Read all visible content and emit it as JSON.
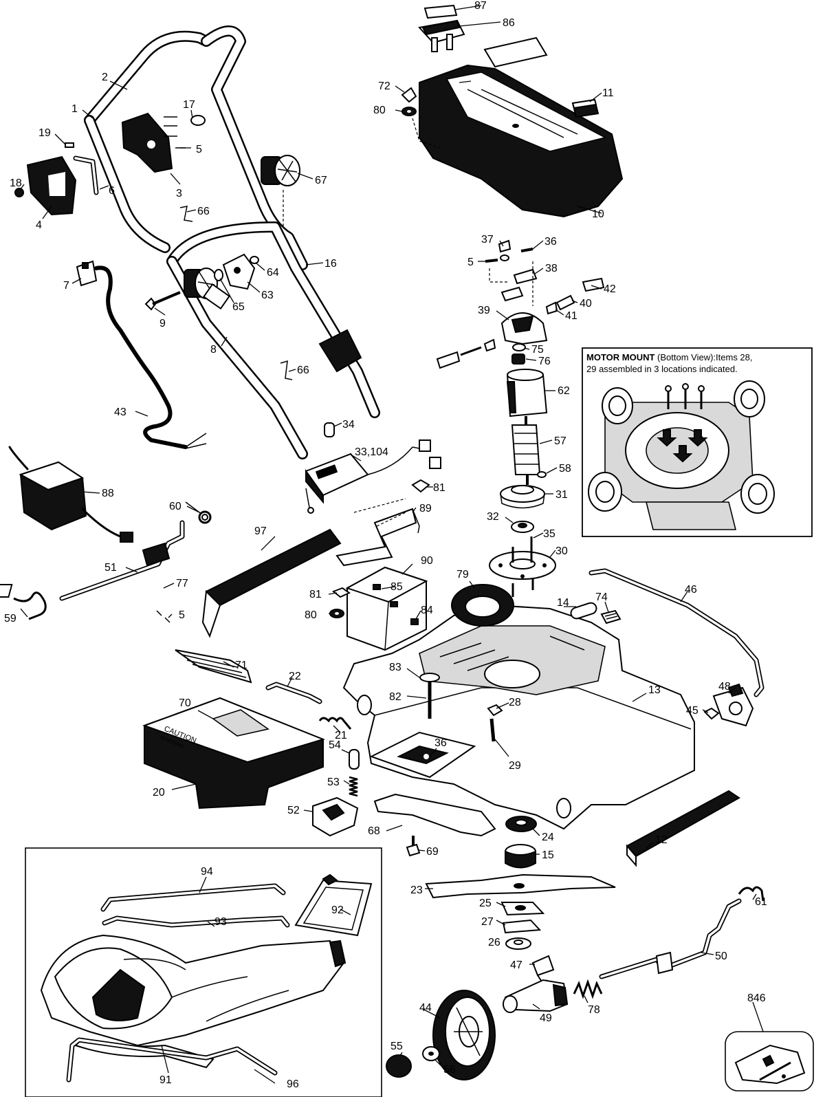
{
  "labels": {
    "p1": "1",
    "p2": "2",
    "p3": "3",
    "p4": "4",
    "p5a": "5",
    "p5b": "5",
    "p5c": "5",
    "p6": "6",
    "p7": "7",
    "p8": "8",
    "p9": "9",
    "p10": "10",
    "p11": "11",
    "p12": "12",
    "p13": "13",
    "p14": "14",
    "p15": "15",
    "p16": "16",
    "p17": "17",
    "p18": "18",
    "p19": "19",
    "p20": "20",
    "p21": "21",
    "p22": "22",
    "p23": "23",
    "p24": "24",
    "p25": "25",
    "p26": "26",
    "p27": "27",
    "p28": "28",
    "p29": "29",
    "p30": "30",
    "p31": "31",
    "p32": "32",
    "p33": "33,104",
    "p34": "34",
    "p35": "35",
    "p36a": "36",
    "p36b": "36",
    "p37": "37",
    "p38": "38",
    "p39": "39",
    "p40": "40",
    "p41": "41",
    "p42": "42",
    "p43": "43",
    "p44": "44",
    "p45": "45",
    "p46": "46",
    "p47": "47",
    "p48": "48",
    "p49": "49",
    "p50": "50",
    "p51": "51",
    "p52": "52",
    "p53": "53",
    "p54": "54",
    "p55": "55",
    "p56": "56",
    "p57": "57",
    "p58": "58",
    "p59": "59",
    "p60": "60",
    "p61": "61",
    "p62": "62",
    "p63": "63",
    "p64": "64",
    "p65": "65",
    "p66a": "66",
    "p66b": "66",
    "p67": "67",
    "p68": "68",
    "p69": "69",
    "p70": "70",
    "p71": "71",
    "p72": "72",
    "p74": "74",
    "p75": "75",
    "p76": "76",
    "p77": "77",
    "p78": "78",
    "p79": "79",
    "p80a": "80",
    "p80b": "80",
    "p81a": "81",
    "p81b": "81",
    "p82": "82",
    "p83": "83",
    "p84": "84",
    "p85": "85",
    "p86": "86",
    "p87": "87",
    "p88": "88",
    "p89": "89",
    "p90": "90",
    "p91": "91",
    "p92": "92",
    "p93": "93",
    "p94": "94",
    "p96": "96",
    "p97": "97",
    "p846": "846"
  },
  "inset": {
    "title_bold": "MOTOR MOUNT",
    "title_rest": " (Bottom View):Items 28,",
    "title_line2": "29 assembled in 3 locations indicated."
  },
  "decal_text": {
    "deflector_line1": "CAUTION",
    "deflector_line2": "WARNING"
  }
}
